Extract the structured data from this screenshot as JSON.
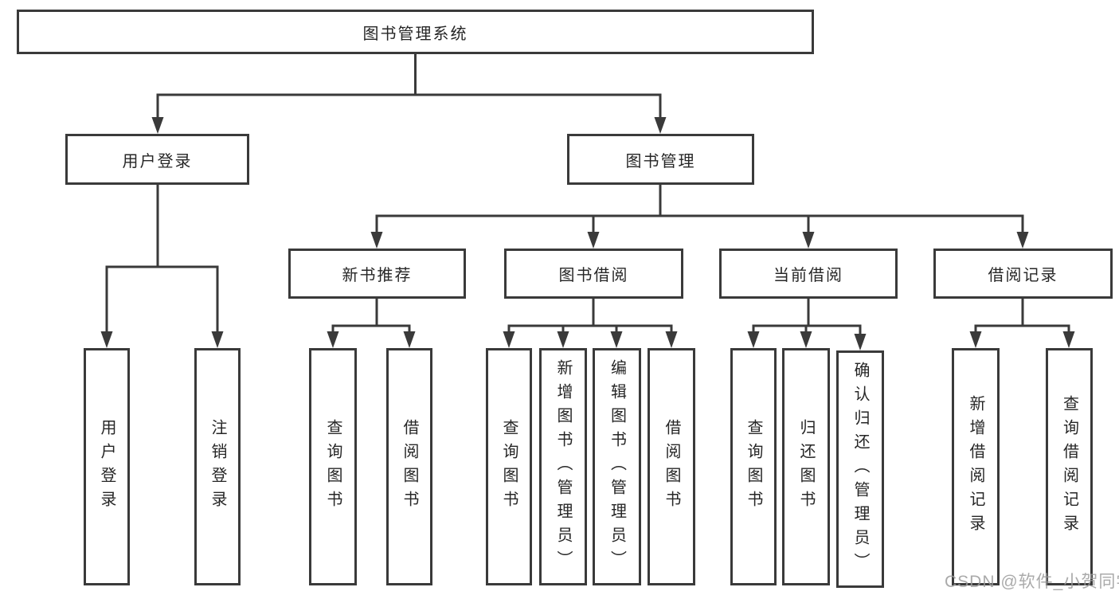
{
  "nodes": {
    "root": {
      "label": "图书管理系统"
    },
    "user_login": {
      "label": "用户登录"
    },
    "book_management": {
      "label": "图书管理"
    },
    "new_book_recommend": {
      "label": "新书推荐"
    },
    "book_borrowing": {
      "label": "图书借阅"
    },
    "current_borrowing": {
      "label": "当前借阅"
    },
    "borrowing_records": {
      "label": "借阅记录"
    },
    "leaf_user_login": {
      "label": "用户登录"
    },
    "leaf_logout": {
      "label": "注销登录"
    },
    "nb_query_books": {
      "label": "查询图书"
    },
    "nb_borrow_books": {
      "label": "借阅图书"
    },
    "bb_query_books": {
      "label": "查询图书"
    },
    "bb_add_books": {
      "label": "新增图书（管理员）"
    },
    "bb_edit_books": {
      "label": "编辑图书（管理员）"
    },
    "bb_borrow_books": {
      "label": "借阅图书"
    },
    "cb_query_books": {
      "label": "查询图书"
    },
    "cb_return_books": {
      "label": "归还图书"
    },
    "cb_confirm_return": {
      "label": "确认归还（管理员）"
    },
    "br_add_record": {
      "label": "新增借阅记录"
    },
    "br_query_record": {
      "label": "查询借阅记录"
    }
  },
  "structure": {
    "图书管理系统": [
      "用户登录",
      "图书管理"
    ],
    "用户登录": [
      "用户登录",
      "注销登录"
    ],
    "图书管理": [
      "新书推荐",
      "图书借阅",
      "当前借阅",
      "借阅记录"
    ],
    "新书推荐": [
      "查询图书",
      "借阅图书"
    ],
    "图书借阅": [
      "查询图书",
      "新增图书（管理员）",
      "编辑图书（管理员）",
      "借阅图书"
    ],
    "当前借阅": [
      "查询图书",
      "归还图书",
      "确认归还（管理员）"
    ],
    "借阅记录": [
      "新增借阅记录",
      "查询借阅记录"
    ]
  },
  "watermark": {
    "text": "CSDN @软件_小贺同学"
  },
  "colors": {
    "line": "#3a3a3a",
    "box_border": "#3a3a3a",
    "box_fill": "#ffffff",
    "text": "#262626",
    "watermark": "#9c9c9c",
    "background": "#ffffff"
  }
}
